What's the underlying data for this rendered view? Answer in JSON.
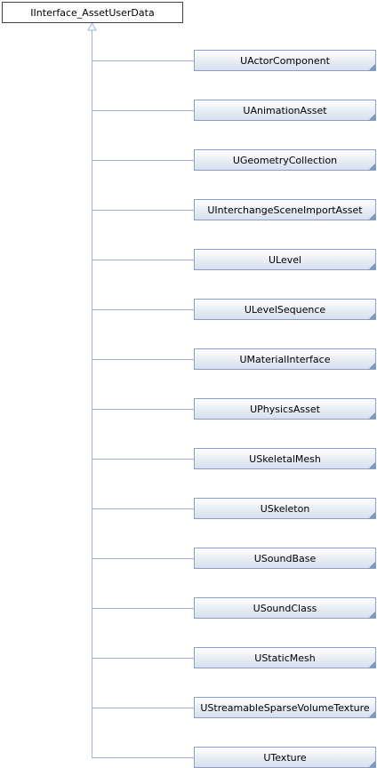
{
  "diagram": {
    "root": "IInterface_AssetUserData",
    "children": [
      "UActorComponent",
      "UAnimationAsset",
      "UGeometryCollection",
      "UInterchangeSceneImportAsset",
      "ULevel",
      "ULevelSequence",
      "UMaterialInterface",
      "UPhysicsAsset",
      "USkeletalMesh",
      "USkeleton",
      "USoundBase",
      "USoundClass",
      "UStaticMesh",
      "UStreamableSparseVolumeTexture",
      "UTexture"
    ],
    "colors": {
      "edge": "#9fb4d6",
      "child_border": "#86a0c7",
      "root_border": "#404040"
    }
  }
}
